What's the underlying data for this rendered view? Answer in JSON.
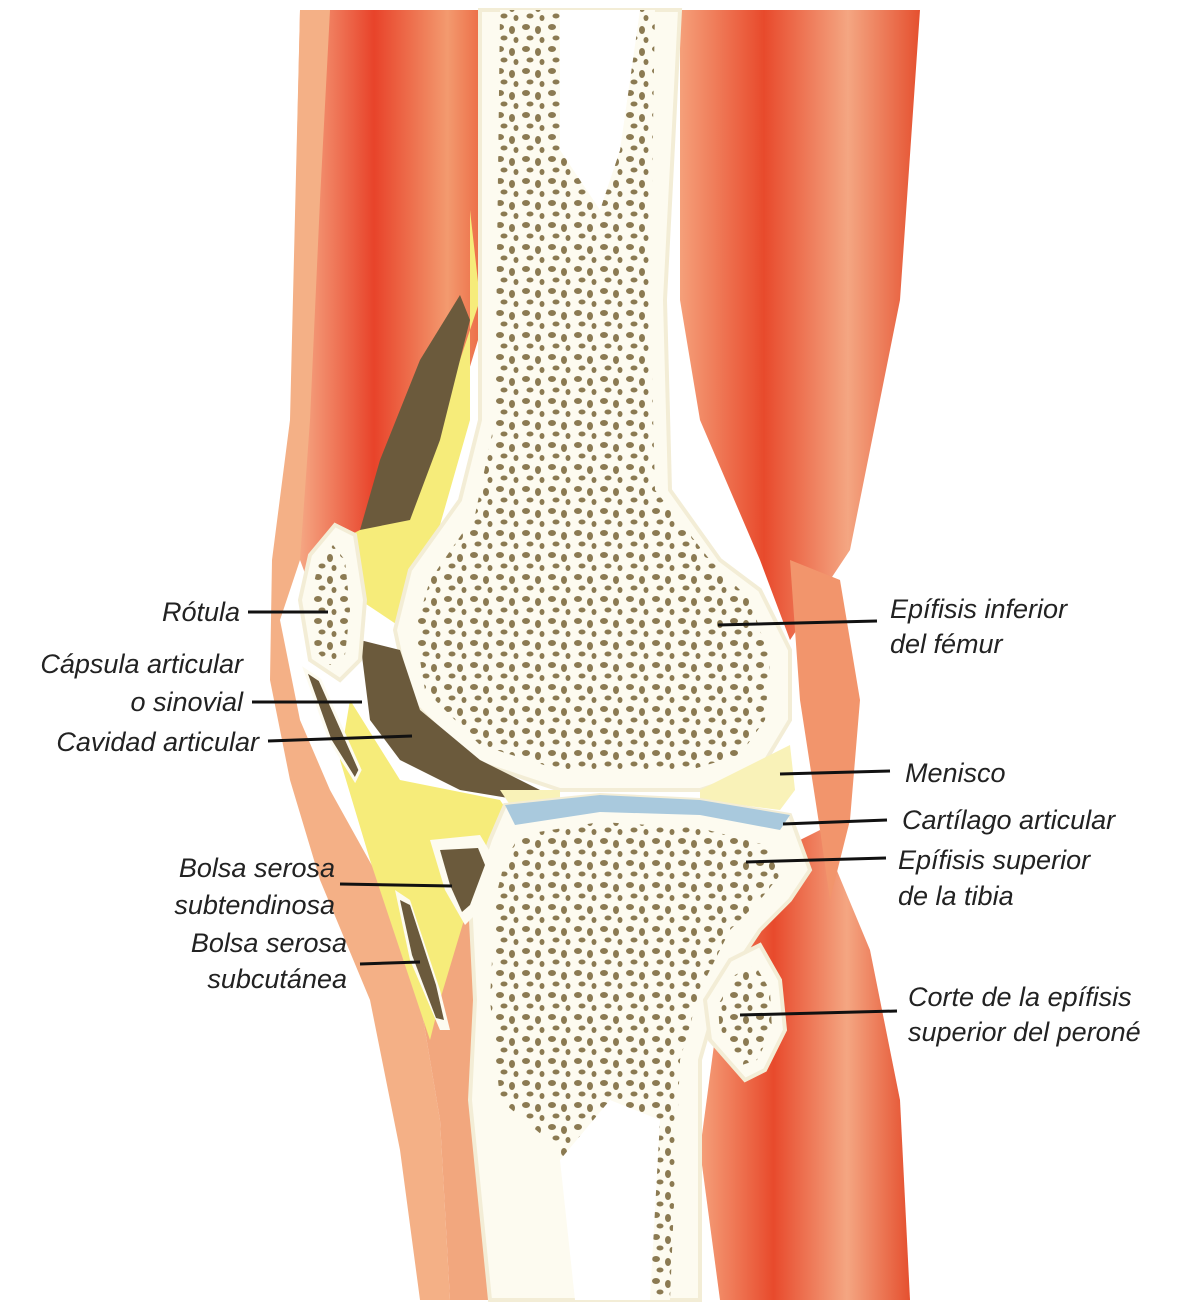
{
  "labels": {
    "rotula": "Rótula",
    "capsula_1": "Cápsula articular",
    "capsula_2": "o sinovial",
    "cavidad": "Cavidad articular",
    "bolsa_sub_1": "Bolsa serosa",
    "bolsa_sub_2": "subtendinosa",
    "bolsa_cut_1": "Bolsa serosa",
    "bolsa_cut_2": "subcutánea",
    "femur_1": "Epífisis inferior",
    "femur_2": "del fémur",
    "menisco": "Menisco",
    "cartilago": "Cartílago articular",
    "tibia_1": "Epífisis superior",
    "tibia_2": "de la tibia",
    "perone_1": "Corte de la epífisis",
    "perone_2": "superior del peroné"
  },
  "colors": {
    "muscle_light": "#f2a77e",
    "muscle_red": "#e8432a",
    "bone_white": "#fdfbf0",
    "bone_outline": "#f3edd6",
    "spongy_dots": "#8b7a52",
    "fat_yellow": "#f6ec7a",
    "fat_pale": "#f9f2b8",
    "cavity_brown": "#6b5a3c",
    "cartilage_blue": "#a9c9dd",
    "text": "#222222"
  }
}
